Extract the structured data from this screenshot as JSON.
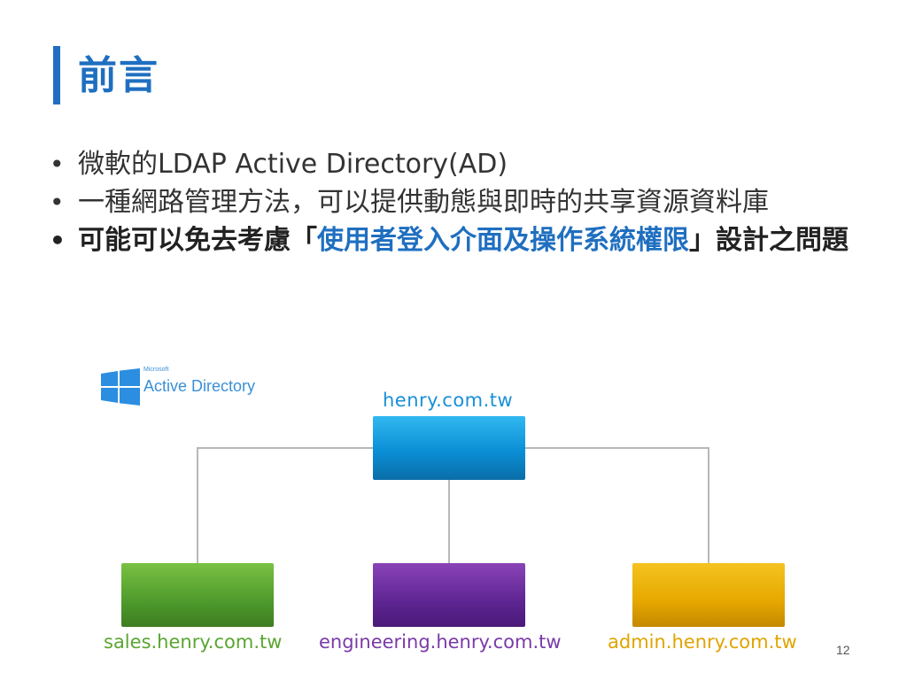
{
  "slide": {
    "title": "前言",
    "bullets": [
      {
        "text": "微軟的LDAP Active Directory(AD)"
      },
      {
        "text": "一種網路管理方法，可以提供動態與即時的共享資源資料庫"
      },
      {
        "prefix": "可能可以免去考慮「",
        "highlight": "使用者登入介面及操作系統權限",
        "suffix": "」設計之問題"
      }
    ],
    "bullet_symbol": "•",
    "page_number": "12"
  },
  "logo": {
    "small_text": "Microsoft",
    "text": "Active Directory",
    "icon": "windows-logo-icon",
    "color": "#3a8fd8"
  },
  "diagram": {
    "root": {
      "label": "henry.com.tw",
      "color": "#1a8fd8"
    },
    "children": [
      {
        "label": "sales.henry.com.tw",
        "color": "#5aa531"
      },
      {
        "label": "engineering.henry.com.tw",
        "color": "#7a3aa8"
      },
      {
        "label": "admin.henry.com.tw",
        "color": "#e0a400"
      }
    ]
  },
  "colors": {
    "accent": "#1f6fc0"
  }
}
